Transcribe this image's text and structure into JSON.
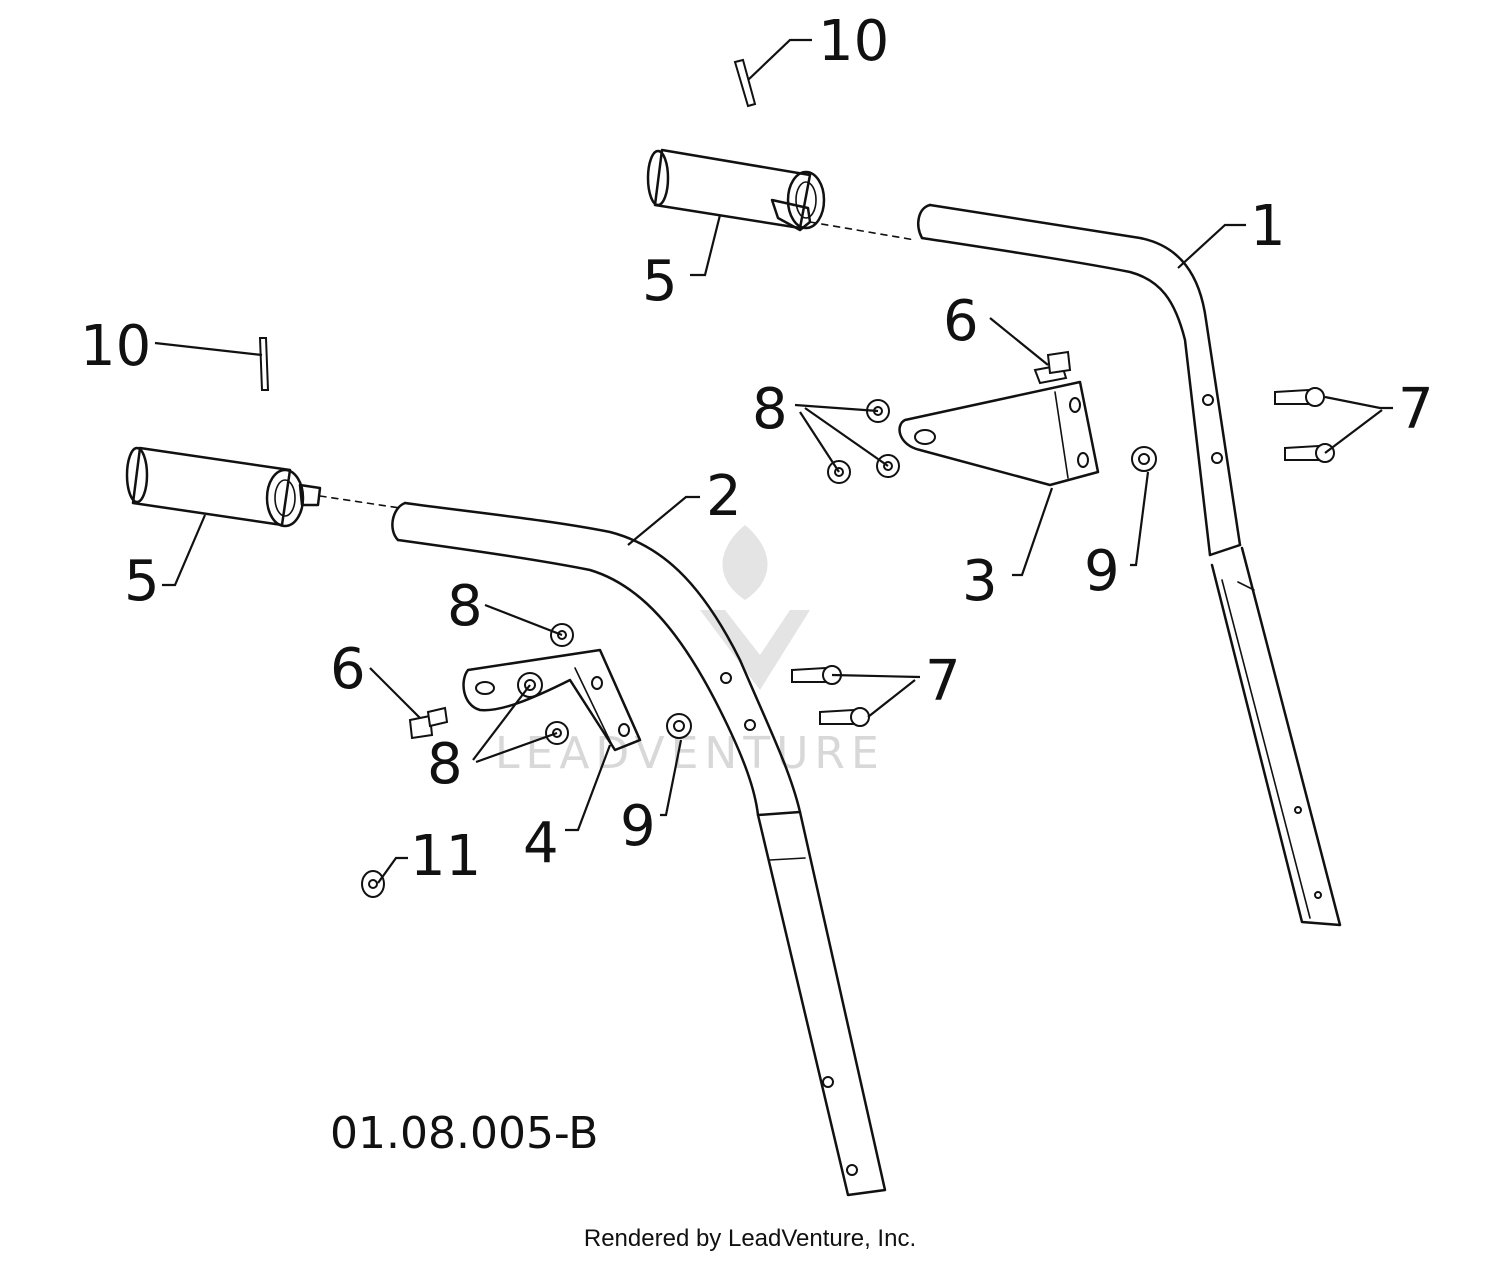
{
  "diagram": {
    "callouts": [
      {
        "id": "c10a",
        "label": "10"
      },
      {
        "id": "c1",
        "label": "1"
      },
      {
        "id": "c5a",
        "label": "5"
      },
      {
        "id": "c6a",
        "label": "6"
      },
      {
        "id": "c8a",
        "label": "8"
      },
      {
        "id": "c7a",
        "label": "7"
      },
      {
        "id": "c3",
        "label": "3"
      },
      {
        "id": "c9a",
        "label": "9"
      },
      {
        "id": "c10b",
        "label": "10"
      },
      {
        "id": "c2",
        "label": "2"
      },
      {
        "id": "c5b",
        "label": "5"
      },
      {
        "id": "c8b",
        "label": "8"
      },
      {
        "id": "c6b",
        "label": "6"
      },
      {
        "id": "c7b",
        "label": "7"
      },
      {
        "id": "c8c",
        "label": "8"
      },
      {
        "id": "c4",
        "label": "4"
      },
      {
        "id": "c9b",
        "label": "9"
      },
      {
        "id": "c11",
        "label": "11"
      }
    ],
    "drawing_code": "01.08.005-B",
    "footer": "Rendered by LeadVenture, Inc.",
    "watermark": "LEADVENTURE"
  }
}
